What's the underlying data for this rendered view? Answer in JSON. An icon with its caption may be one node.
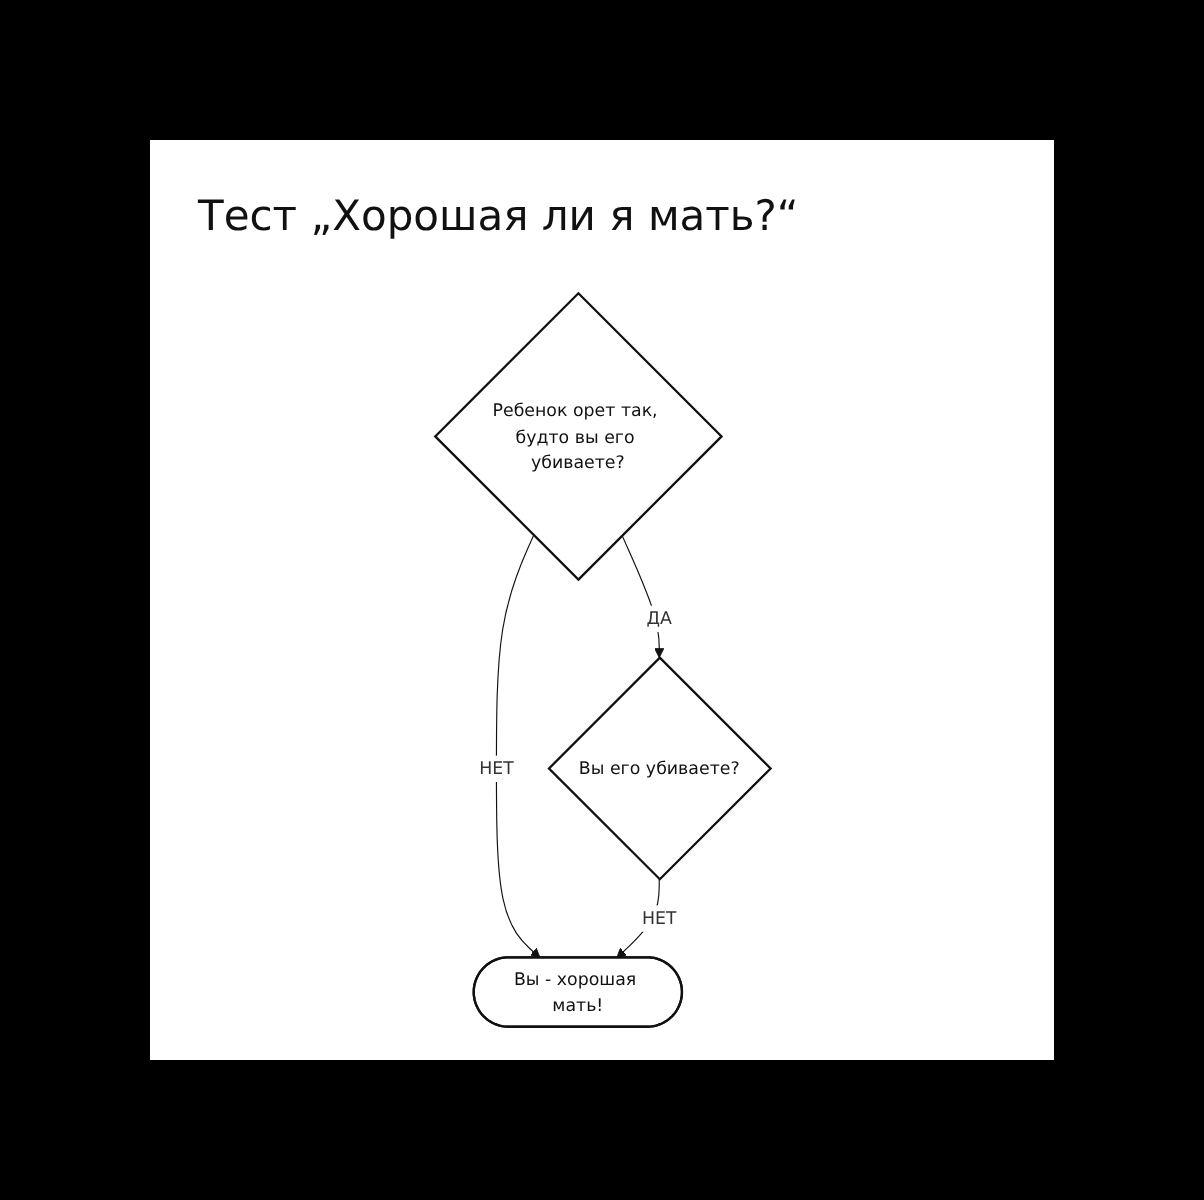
{
  "diagram": {
    "title": "Тест „Хорошая ли я мать?“",
    "nodes": [
      {
        "text": [
          "Ребенок орет так, будто вы его убиваете?"
        ]
      },
      {
        "text": [
          "Вы его убиваете?"
        ]
      },
      {
        "text": [
          "Вы - хорошая мать!"
        ]
      }
    ],
    "edges": [
      {
        "from": 0,
        "to": 2,
        "arrow": "to",
        "label": "НЕТ"
      },
      {
        "from": 0,
        "to": 1,
        "arrow": "to",
        "label": "ДА"
      },
      {
        "from": 1,
        "to": 2,
        "arrow": "to",
        "label": "НЕТ"
      }
    ]
  }
}
